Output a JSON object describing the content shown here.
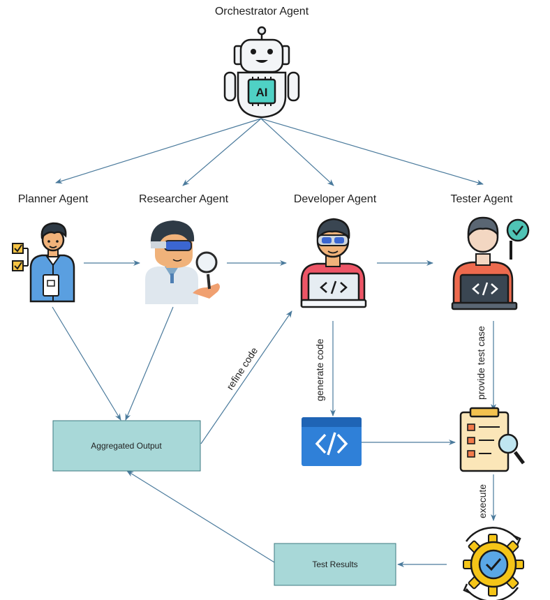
{
  "nodes": {
    "orchestrator": {
      "label": "Orchestrator Agent",
      "icon": "robot-ai-icon"
    },
    "planner": {
      "label": "Planner Agent",
      "icon": "planner-checklist-icon"
    },
    "researcher": {
      "label": "Researcher Agent",
      "icon": "researcher-magnifier-icon"
    },
    "developer": {
      "label": "Developer Agent",
      "icon": "developer-laptop-icon"
    },
    "tester": {
      "label": "Tester Agent",
      "icon": "tester-laptop-icon"
    },
    "aggregated": {
      "label": "Aggregated Output"
    },
    "code": {
      "icon": "code-window-icon"
    },
    "testcase": {
      "icon": "test-document-icon"
    },
    "execution": {
      "icon": "gear-check-icon"
    },
    "results": {
      "label": "Test Results"
    }
  },
  "edges": {
    "refine": "refine code",
    "generate": "generate code",
    "provide": "provide test case",
    "execute": "execute"
  },
  "colors": {
    "arrow": "#4a7a9c",
    "box_fill": "#a8d8d8",
    "box_stroke": "#3d7a80"
  }
}
